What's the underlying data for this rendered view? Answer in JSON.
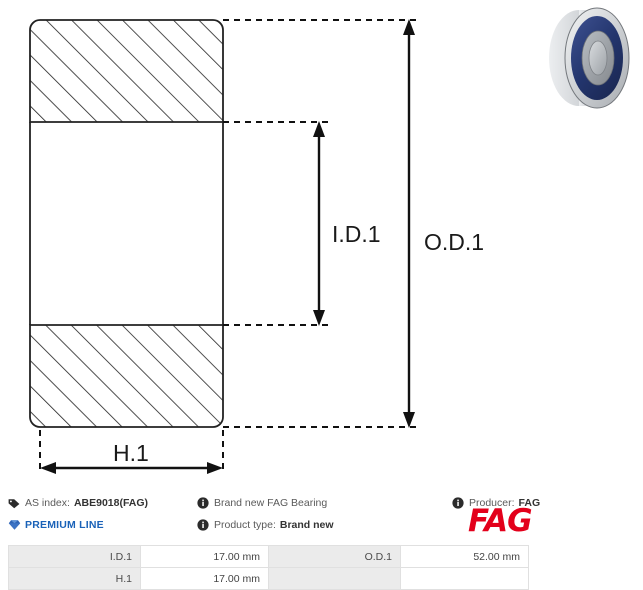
{
  "drawing": {
    "dimension_labels": {
      "inner_diameter": "I.D.1",
      "outer_diameter": "O.D.1",
      "height": "H.1"
    }
  },
  "photo": {
    "alt_name": "ball-bearing-photo",
    "colors": {
      "outer_race": "#c9ccd0",
      "seal": "#2b3f7a",
      "inner_race": "#9aa0a6",
      "shadow": "#6e7277"
    }
  },
  "info": {
    "as_index_label": "AS index:",
    "as_index_value": "ABE9018(FAG)",
    "premium_line": "PREMIUM LINE",
    "description": "Brand new FAG Bearing",
    "product_type_label": "Product type:",
    "product_type_value": "Brand new",
    "producer_label": "Producer:",
    "producer_value": "FAG",
    "brand_logo": "FAG",
    "icons": {
      "tag": "tag-icon",
      "gem": "gem-icon",
      "info": "info-icon"
    },
    "colors": {
      "brand_red": "#e3001b",
      "premium_blue": "#1a62b8"
    }
  },
  "spec_table": {
    "rows": [
      {
        "key1": "I.D.1",
        "val1": "17.00 mm",
        "key2": "O.D.1",
        "val2": "52.00 mm"
      },
      {
        "key1": "H.1",
        "val1": "17.00 mm",
        "key2": "",
        "val2": ""
      }
    ]
  }
}
